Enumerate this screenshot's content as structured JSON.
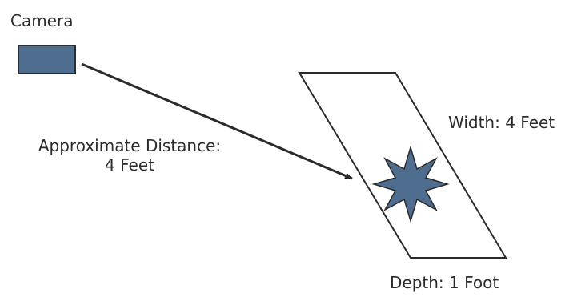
{
  "camera": {
    "label": "Camera",
    "color": "#4f6d8f"
  },
  "distance": {
    "line1": "Approximate Distance:",
    "line2": "4 Feet"
  },
  "area": {
    "width_label": "Width: 4 Feet",
    "depth_label": "Depth: 1 Foot",
    "target_icon": "star-burst-icon",
    "target_color": "#4f6d8f"
  }
}
